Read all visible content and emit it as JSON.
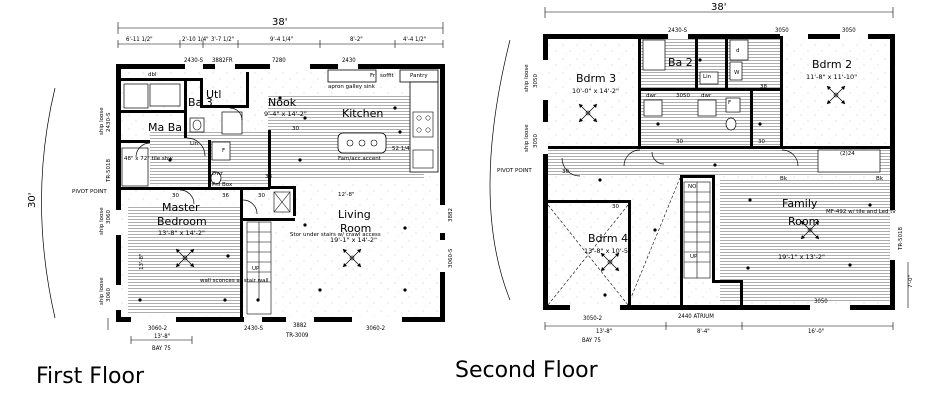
{
  "first_floor": {
    "title": "First Floor",
    "overall_width": "38'",
    "overall_depth": "30'",
    "top_dims": [
      "6'-11 1/2\"",
      "2'-10 1/4\"",
      "3'-7 1/2\"",
      "9'-4 1/4\"",
      "8'-2\"",
      "4'-4 1/2\""
    ],
    "window_codes_top": [
      "2430-S",
      "3882FR",
      "7280",
      "2430"
    ],
    "rooms": {
      "utl": "Utl",
      "ba3": "Ba 3",
      "ma_ba": "Ma Ba",
      "nook": "Nook",
      "nook_size": "9'-4\" x 14'-2\"",
      "kitchen": "Kitchen",
      "master_line1": "Master",
      "master_line2": "Bedroom",
      "master_size": "13'-8\" x 14'-2\"",
      "living_line1": "Living",
      "living_line2": "Room",
      "living_size": "19'-1\" x 14'-2\""
    },
    "labels": {
      "dbl": "dbl",
      "lin": "Lin",
      "f": "F",
      "pantry": "Pantry",
      "fr": "Fr",
      "soffit": "soffit",
      "apron": "apron galley sink",
      "tile_shw": "48\" x 72\" tile shw",
      "pnl_box": "Pnl Box",
      "dwr": "Dwr",
      "stor": "Stor under stairs w/ crawl access",
      "wall_sconces": "wall sconces at stair wall",
      "up": "UP",
      "pivot": "PIVOT POINT",
      "ship_loose_1": "ship loose",
      "ship_loose_2": "ship loose",
      "ship_loose_3": "ship loose",
      "tr_5018": "TR-5018",
      "window_2430s_left": "2430-S",
      "side_3060_a": "3060",
      "side_3060_b": "3060",
      "side_3060s": "3060-S",
      "side_3882": "3882",
      "d30_a": "30",
      "d36": "36",
      "d30_b": "30",
      "d38": "38",
      "d30_c": "30",
      "d15_8": "13'-8\"",
      "d12_8": "12'-8\"",
      "island": "52 1/4",
      "family_acct": "Fam/acc.accent"
    },
    "bottom_codes": [
      "3060-2",
      "2430-S",
      "3882",
      "3060-2"
    ],
    "bottom_dim": "13'-8\"",
    "bay": "BAY 75",
    "tr_3009": "TR-3009"
  },
  "second_floor": {
    "title": "Second Floor",
    "overall_width": "38'",
    "window_codes_top": [
      "2430-S",
      "3050",
      "3050"
    ],
    "rooms": {
      "bdrm3": "Bdrm 3",
      "bdrm3_size": "10'-0\" x 14'-2\"",
      "ba2": "Ba 2",
      "bdrm2": "Bdrm 2",
      "bdrm2_size": "11'-8\" x 11'-10\"",
      "bdrm4": "Bdrm 4",
      "bdrm4_size": "13'-8\" x 10'-5\"",
      "family_line1": "Family",
      "family_line2": "Room",
      "family_size": "19'-1\" x 13'-2\"",
      "family_note": "MF-492 w/ tile and Led tv"
    },
    "labels": {
      "lin": "Lin",
      "w": "W",
      "d": "d",
      "dwr_a": "dwr",
      "dwr_b": "dwr",
      "f": "F",
      "d3050": "3050",
      "d30_a": "30",
      "d30_b": "30",
      "d30_c": "30",
      "d30_d": "30",
      "d38": "38",
      "two24": "(2)24",
      "bk_a": "Bk",
      "bk_b": "Bk",
      "no": "NO",
      "up": "UP",
      "pivot": "PIVOT POINT",
      "ship_loose_a": "ship loose",
      "ship_loose_b": "ship loose",
      "side_3050_a": "3050",
      "side_3050_b": "3050",
      "tr_5018": "TR-5018",
      "right_dim": "7'-0\"",
      "bottom_3050": "3050"
    },
    "bottom_codes": [
      "3050-2",
      "2440 ATRIUM"
    ],
    "bottom_dims": [
      "13'-8\"",
      "8'-4\"",
      "16'-0\""
    ],
    "bay": "BAY 75"
  }
}
